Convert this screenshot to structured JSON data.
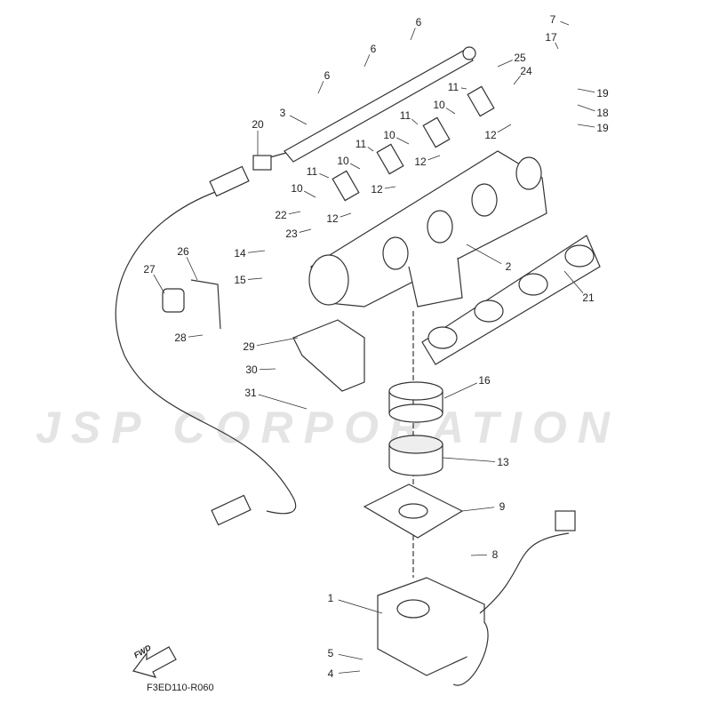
{
  "watermark": "JSP CORPORATION",
  "diagram_code": "F3ED110-R060",
  "fwd_label": "FWD",
  "callouts": [
    "6",
    "6",
    "6",
    "7",
    "17",
    "25",
    "24",
    "19",
    "18",
    "19",
    "11",
    "10",
    "11",
    "10",
    "11",
    "10",
    "11",
    "10",
    "12",
    "12",
    "12",
    "12",
    "3",
    "20",
    "22",
    "23",
    "14",
    "15",
    "26",
    "27",
    "2",
    "21",
    "28",
    "29",
    "30",
    "31",
    "16",
    "13",
    "9",
    "8",
    "1",
    "5",
    "4"
  ]
}
